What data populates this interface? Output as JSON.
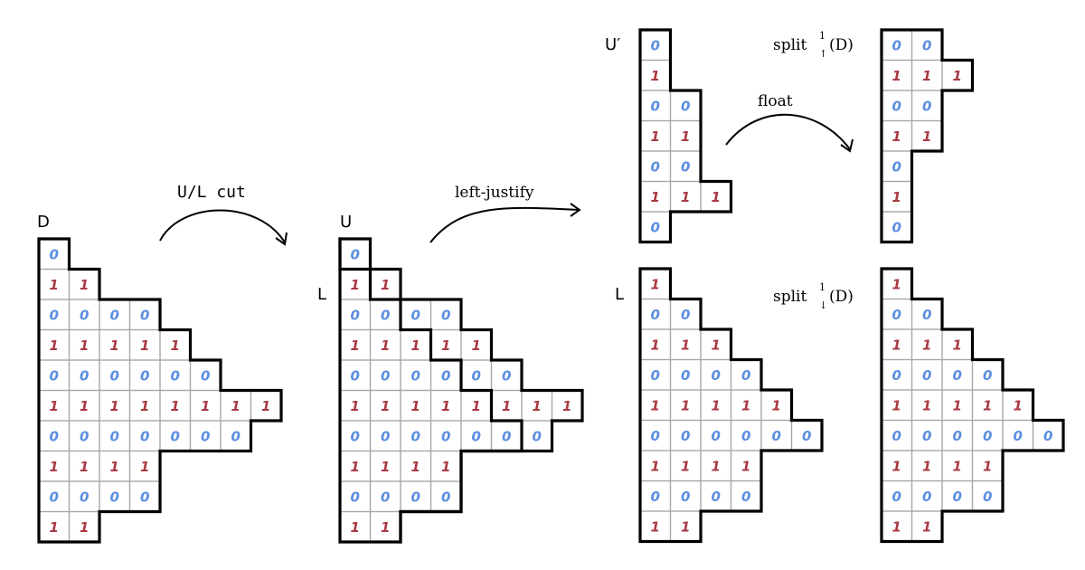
{
  "colors": {
    "zero_digit": "#5b8ee0",
    "one_digit": "#a83a44",
    "lower_fill": "#d9e6fa",
    "upper_fill": "#ecd0d0",
    "grid": "#a6a6a6"
  },
  "panels": [
    {
      "id": "D",
      "label": "D",
      "fill": "white",
      "rows": [
        {
          "digits": "0",
          "upper": 0
        },
        {
          "digits": "11",
          "upper": 0
        },
        {
          "digits": "0000",
          "upper": 0
        },
        {
          "digits": "11111",
          "upper": 0
        },
        {
          "digits": "000000",
          "upper": 0
        },
        {
          "digits": "11111111",
          "upper": 0
        },
        {
          "digits": "0000000",
          "upper": 0
        },
        {
          "digits": "1111",
          "upper": 0
        },
        {
          "digits": "0000",
          "upper": 0
        },
        {
          "digits": "11",
          "upper": 0
        }
      ]
    },
    {
      "id": "UL",
      "label_top": "U",
      "label_side": "L",
      "fill": "blue",
      "rows": [
        {
          "digits": "0",
          "upper": 1
        },
        {
          "digits": "11",
          "upper": 1
        },
        {
          "digits": "0000",
          "upper": 2
        },
        {
          "digits": "11111",
          "upper": 2
        },
        {
          "digits": "000000",
          "upper": 2
        },
        {
          "digits": "11111111",
          "upper": 3
        },
        {
          "digits": "0000000",
          "upper": 1
        },
        {
          "digits": "1111",
          "upper": 0
        },
        {
          "digits": "0000",
          "upper": 0
        },
        {
          "digits": "11",
          "upper": 0
        }
      ]
    },
    {
      "id": "Uprime",
      "label": "U′",
      "fill": "pink",
      "rows": [
        {
          "digits": "0"
        },
        {
          "digits": "1"
        },
        {
          "digits": "00"
        },
        {
          "digits": "11"
        },
        {
          "digits": "00"
        },
        {
          "digits": "111"
        },
        {
          "digits": "0"
        }
      ]
    },
    {
      "id": "L",
      "label": "L",
      "fill": "blue",
      "rows": [
        {
          "digits": "1"
        },
        {
          "digits": "00"
        },
        {
          "digits": "111"
        },
        {
          "digits": "0000"
        },
        {
          "digits": "11111"
        },
        {
          "digits": "000000"
        },
        {
          "digits": "1111"
        },
        {
          "digits": "0000"
        },
        {
          "digits": "11"
        }
      ]
    },
    {
      "id": "split_up",
      "fill": "pink",
      "rows": [
        {
          "digits": "00"
        },
        {
          "digits": "111"
        },
        {
          "digits": "00"
        },
        {
          "digits": "11"
        },
        {
          "digits": "0"
        },
        {
          "digits": "1"
        },
        {
          "digits": "0"
        }
      ]
    },
    {
      "id": "split_down",
      "fill": "blue",
      "rows": [
        {
          "digits": "1"
        },
        {
          "digits": "00"
        },
        {
          "digits": "111"
        },
        {
          "digits": "0000"
        },
        {
          "digits": "11111"
        },
        {
          "digits": "000000"
        },
        {
          "digits": "1111"
        },
        {
          "digits": "0000"
        },
        {
          "digits": "11"
        }
      ]
    }
  ],
  "arrows": {
    "cut": "U/L cut",
    "justify": "left-justify",
    "float": "float"
  },
  "split_labels": {
    "up": {
      "name": "split",
      "sup": "1",
      "sub": "↑",
      "arg": "(D)"
    },
    "down": {
      "name": "split",
      "sup": "1",
      "sub": "↓",
      "arg": "(D)"
    }
  }
}
